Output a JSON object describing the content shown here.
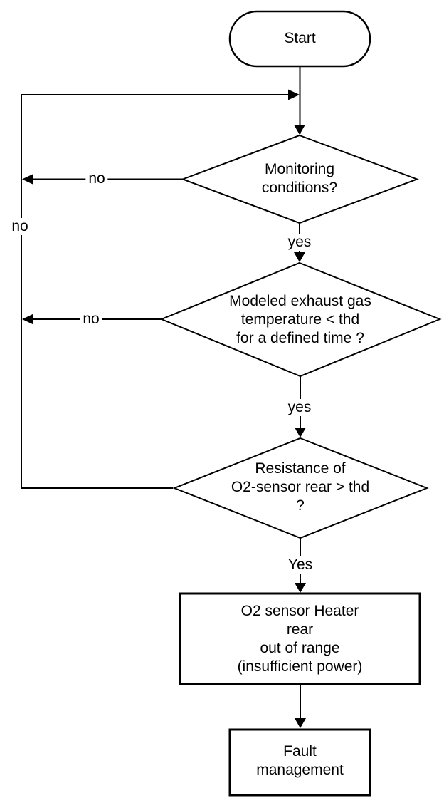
{
  "colors": {
    "ink": "#000000",
    "background": "#ffffff"
  },
  "nodes": {
    "start": {
      "type": "terminator",
      "label": "Start"
    },
    "decision_monitoring": {
      "type": "decision",
      "label": "Monitoring  conditions?"
    },
    "decision_exhaust_temp": {
      "type": "decision",
      "label": "Modeled exhaust gas\ntemperature < thd\nfor a defined time ?"
    },
    "decision_resistance": {
      "type": "decision",
      "label": "Resistance of\nO2-sensor rear > thd ?"
    },
    "fault_out_of_range": {
      "type": "process",
      "label": "O2 sensor Heater rear\nout of range\n(insufficient power)"
    },
    "fault_management": {
      "type": "process",
      "label": "Fault\nmanagement"
    }
  },
  "edge_labels": {
    "no_monitoring": "no",
    "no_exhaust_temp": "no",
    "no_resistance_return": "no",
    "yes_monitoring": "yes",
    "yes_exhaust_temp": "yes",
    "yes_resistance": "Yes"
  }
}
